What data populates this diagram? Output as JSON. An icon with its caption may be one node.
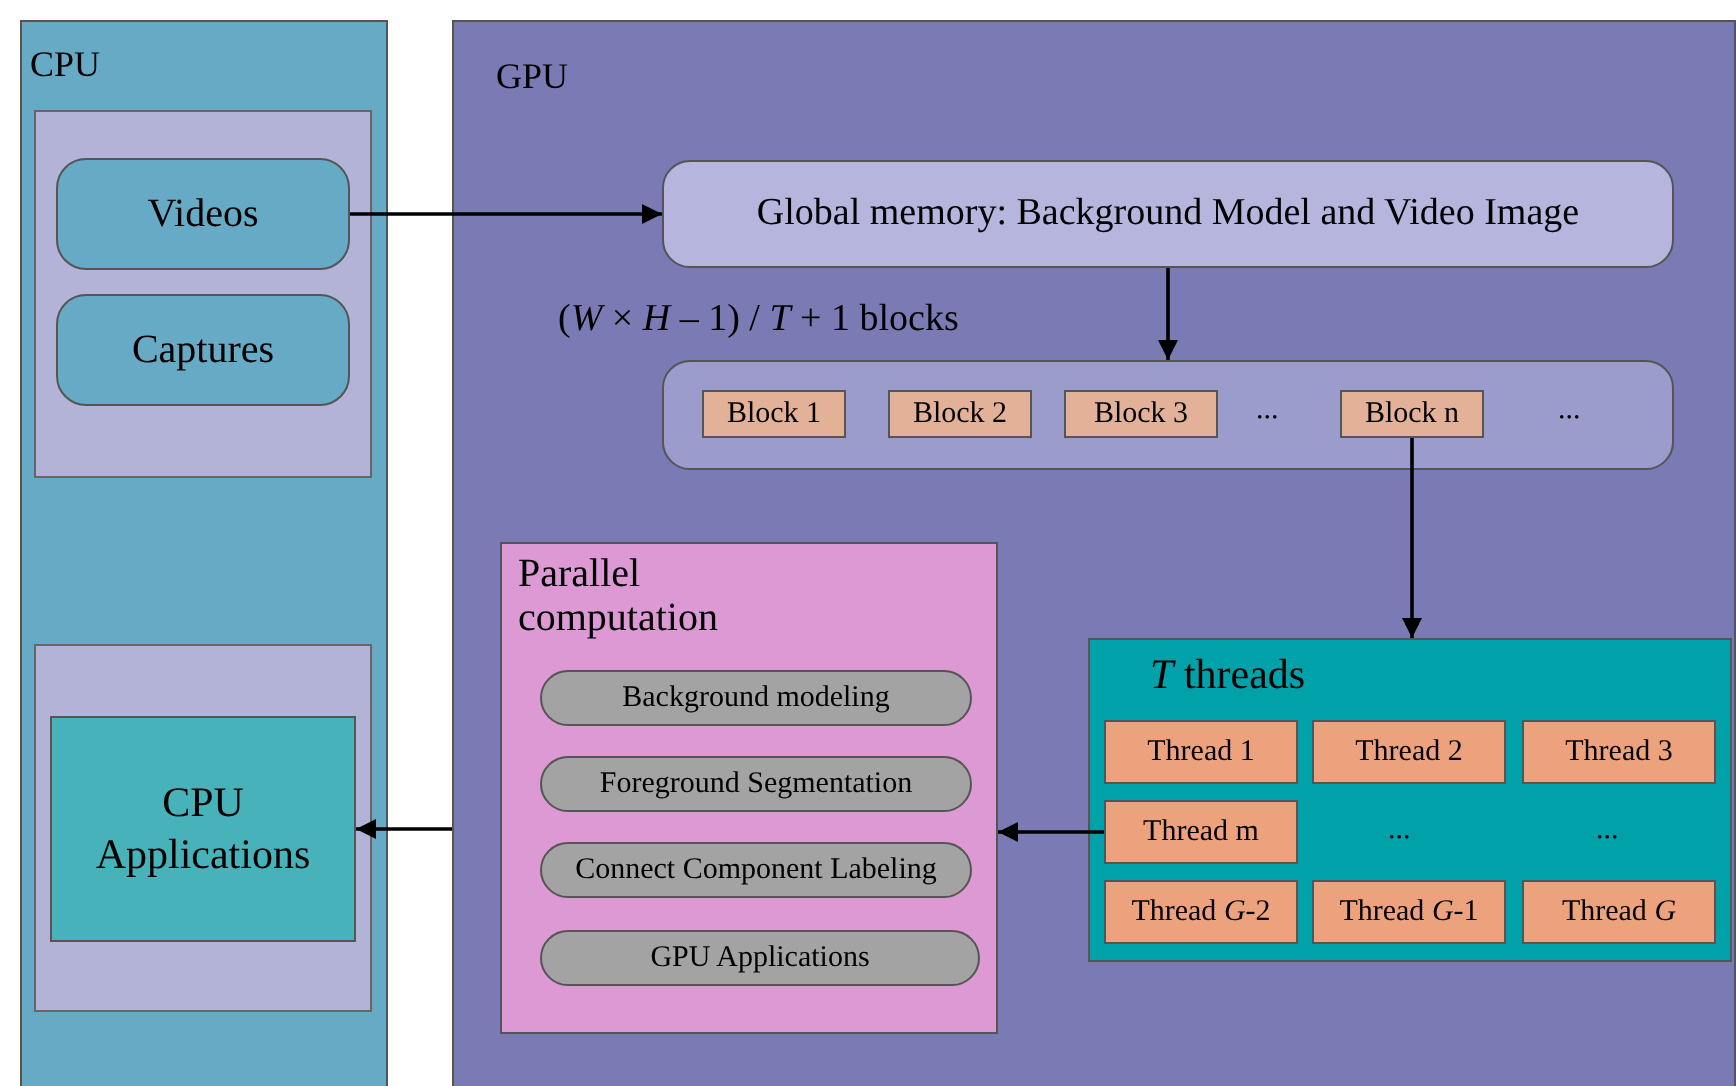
{
  "diagram": {
    "nodes": [
      {
        "text": [
          "CPU"
        ]
      },
      {
        "text": [
          "GPU"
        ]
      },
      {
        "text": [],
        "shape": "box",
        "in": 0
      },
      {
        "text": [
          "Videos"
        ],
        "in": 2
      },
      {
        "text": [
          "Captures"
        ],
        "in": 2
      },
      {
        "text": [],
        "shape": "box",
        "in": 0
      },
      {
        "text": [
          "CPU Applications"
        ],
        "in": 5
      },
      {
        "text": [
          "Global memory: Background Model and Video Image"
        ],
        "in": 1
      },
      {
        "text": [
          "(*W* × *H* – 1) / *T* + 1 blocks",
          "...",
          "..."
        ],
        "in": 1
      },
      {
        "text": [
          "Block 1"
        ],
        "in": 8
      },
      {
        "text": [
          "Block 2"
        ],
        "in": 8
      },
      {
        "text": [
          "Block 3"
        ],
        "in": 8
      },
      {
        "text": [
          "Block n"
        ],
        "in": 8
      },
      {
        "text": [
          "Parallel computation"
        ],
        "in": 1
      },
      {
        "text": [
          "Background modeling"
        ],
        "in": 13
      },
      {
        "text": [
          "Foreground Segmentation"
        ],
        "in": 13
      },
      {
        "text": [
          "Connect Component Labeling"
        ],
        "in": 13
      },
      {
        "text": [
          "GPU Applications"
        ],
        "in": 13
      },
      {
        "text": [
          "*T* threads",
          "...",
          "..."
        ],
        "in": 1
      },
      {
        "text": [
          "Thread 1"
        ],
        "in": 18
      },
      {
        "text": [
          "Thread 2"
        ],
        "in": 18
      },
      {
        "text": [
          "Thread 3"
        ],
        "in": 18
      },
      {
        "text": [
          "Thread m"
        ],
        "in": 18
      },
      {
        "text": [
          "Thread *G*-2"
        ],
        "in": 18
      },
      {
        "text": [
          "Thread *G*-1"
        ],
        "in": 18
      },
      {
        "text": [
          "Thread *G*"
        ],
        "in": 18
      }
    ],
    "edges": [
      {
        "from": 3,
        "to": 7,
        "arrow": "to"
      },
      {
        "from": 7,
        "to": 8,
        "arrow": "to"
      },
      {
        "from": 12,
        "to": 18,
        "arrow": "to"
      },
      {
        "from": 22,
        "to": 13,
        "arrow": "to"
      },
      {
        "from": 1,
        "to": 6,
        "arrow": "to"
      }
    ]
  }
}
